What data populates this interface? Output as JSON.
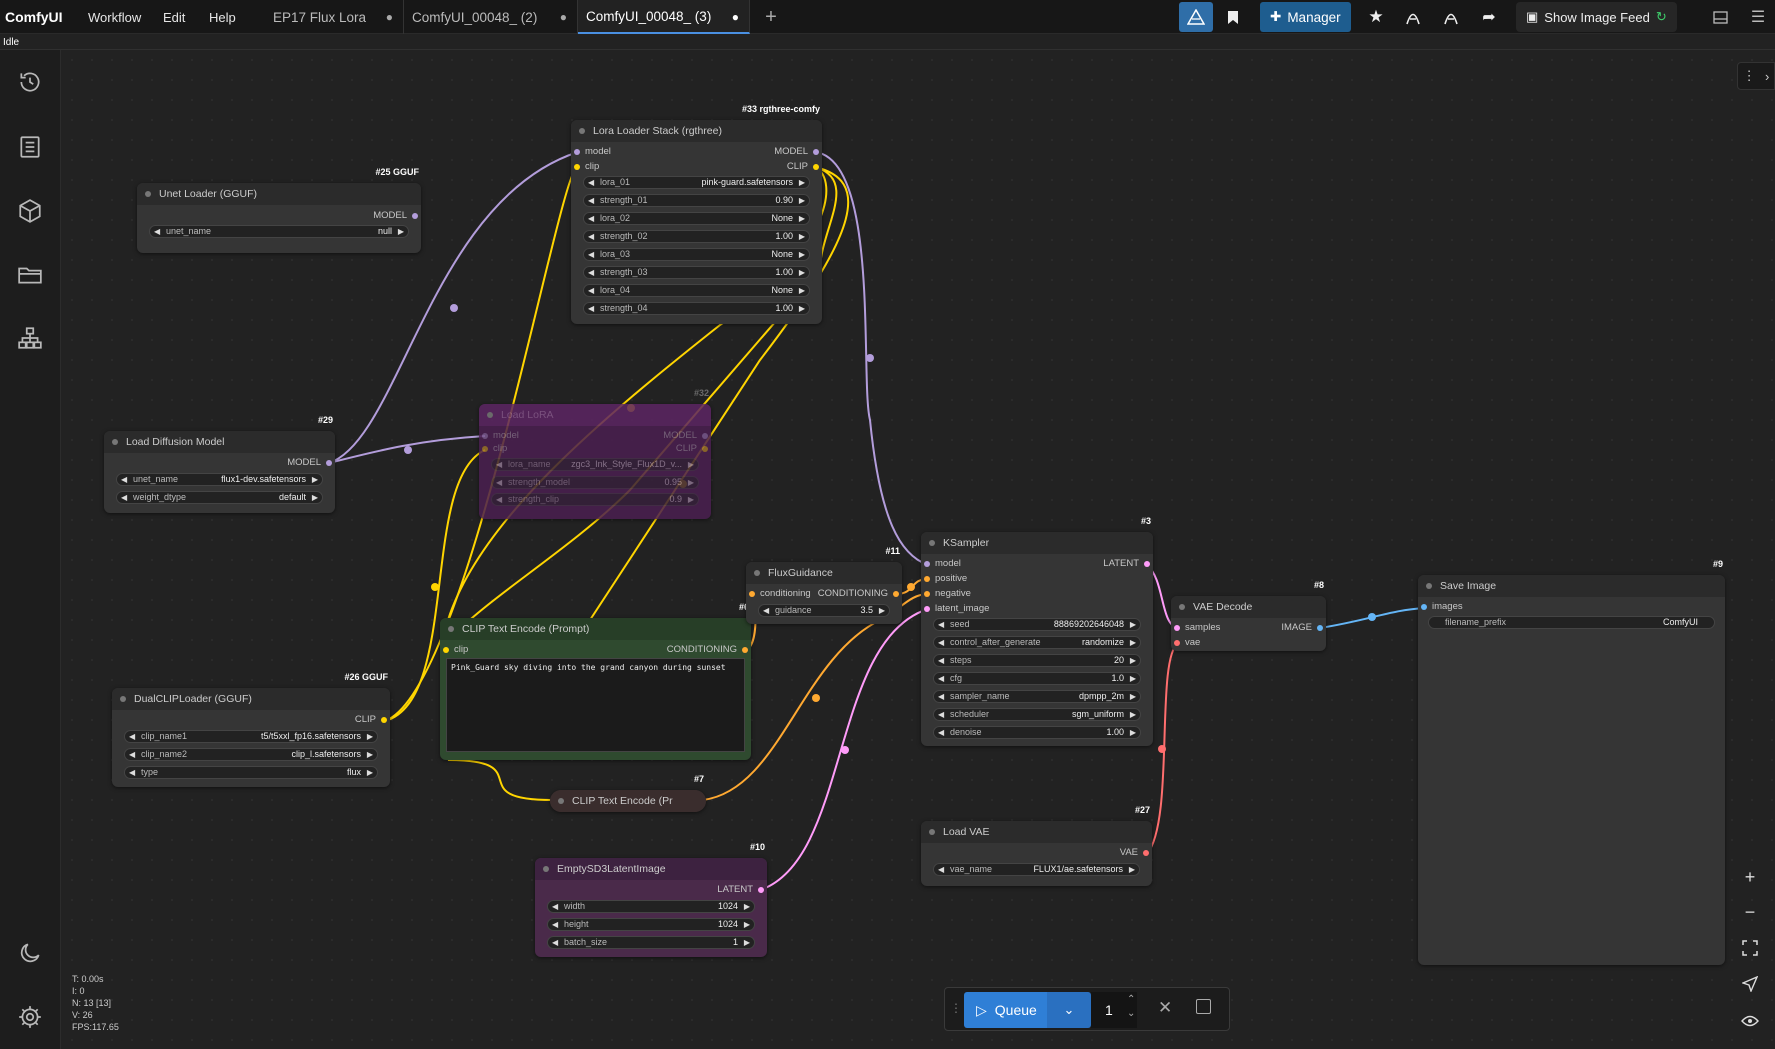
{
  "app": {
    "title": "ComfyUI",
    "status": "Idle"
  },
  "menu": [
    "Workflow",
    "Edit",
    "Help"
  ],
  "tabs": [
    {
      "label": "EP17 Flux Lora",
      "modified": "●"
    },
    {
      "label": "ComfyUI_00048_ (2)",
      "modified": "●"
    },
    {
      "label": "ComfyUI_00048_ (3)",
      "modified": "●",
      "active": true
    }
  ],
  "toolbar": {
    "manager_label": "Manager",
    "feed_label": "Show Image Feed",
    "new_tab": "+"
  },
  "nodes": {
    "unet25": {
      "badge": "#25 GGUF",
      "title": "Unet Loader (GGUF)",
      "out": "MODEL",
      "widgets": [
        {
          "label": "unet_name",
          "value": "null"
        }
      ]
    },
    "lora33": {
      "badge": "#33 rgthree-comfy",
      "title": "Lora Loader Stack (rgthree)",
      "in1": "model",
      "in2": "clip",
      "out1": "MODEL",
      "out2": "CLIP",
      "widgets": [
        {
          "label": "lora_01",
          "value": "pink-guard.safetensors"
        },
        {
          "label": "strength_01",
          "value": "0.90"
        },
        {
          "label": "lora_02",
          "value": "None"
        },
        {
          "label": "strength_02",
          "value": "1.00"
        },
        {
          "label": "lora_03",
          "value": "None"
        },
        {
          "label": "strength_03",
          "value": "1.00"
        },
        {
          "label": "lora_04",
          "value": "None"
        },
        {
          "label": "strength_04",
          "value": "1.00"
        }
      ]
    },
    "lora32": {
      "badge": "#32",
      "title": "Load LoRA",
      "in1": "model",
      "in2": "clip",
      "out1": "MODEL",
      "out2": "CLIP",
      "widgets": [
        {
          "label": "lora_name",
          "value": "zgc3_Ink_Style_Flux1D_v..."
        },
        {
          "label": "strength_model",
          "value": "0.95"
        },
        {
          "label": "strength_clip",
          "value": "0.9"
        }
      ]
    },
    "diff29": {
      "badge": "#29",
      "title": "Load Diffusion Model",
      "out": "MODEL",
      "widgets": [
        {
          "label": "unet_name",
          "value": "flux1-dev.safetensors"
        },
        {
          "label": "weight_dtype",
          "value": "default"
        }
      ]
    },
    "dual26": {
      "badge": "#26 GGUF",
      "title": "DualCLIPLoader (GGUF)",
      "out": "CLIP",
      "widgets": [
        {
          "label": "clip_name1",
          "value": "t5/t5xxl_fp16.safetensors"
        },
        {
          "label": "clip_name2",
          "value": "clip_l.safetensors"
        },
        {
          "label": "type",
          "value": "flux"
        }
      ]
    },
    "clip6": {
      "badge": "#6",
      "title": "CLIP Text Encode (Prompt)",
      "in": "clip",
      "out": "CONDITIONING",
      "prompt": "Pink_Guard sky diving into the grand canyon during sunset"
    },
    "clip7": {
      "badge": "#7",
      "title": "CLIP Text Encode (Pr"
    },
    "flux11": {
      "badge": "#11",
      "title": "FluxGuidance",
      "in": "conditioning",
      "out": "CONDITIONING",
      "widgets": [
        {
          "label": "guidance",
          "value": "3.5"
        }
      ]
    },
    "ks3": {
      "badge": "#3",
      "title": "KSampler",
      "ins": [
        "model",
        "positive",
        "negative",
        "latent_image"
      ],
      "out": "LATENT",
      "widgets": [
        {
          "label": "seed",
          "value": "888692026460​48"
        },
        {
          "label": "control_after_generate",
          "value": "randomize"
        },
        {
          "label": "steps",
          "value": "20"
        },
        {
          "label": "cfg",
          "value": "1.0"
        },
        {
          "label": "sampler_name",
          "value": "dpmpp_2m"
        },
        {
          "label": "scheduler",
          "value": "sgm_uniform"
        },
        {
          "label": "denoise",
          "value": "1.00"
        }
      ]
    },
    "vae8": {
      "badge": "#8",
      "title": "VAE Decode",
      "in1": "samples",
      "in2": "vae",
      "out": "IMAGE"
    },
    "save9": {
      "badge": "#9",
      "title": "Save Image",
      "in": "images",
      "widgets": [
        {
          "label": "filename_prefix",
          "value": "ComfyUI"
        }
      ]
    },
    "vae27": {
      "badge": "#27",
      "title": "Load VAE",
      "out": "VAE",
      "widgets": [
        {
          "label": "vae_name",
          "value": "FLUX1/ae.safetensors"
        }
      ]
    },
    "empty10": {
      "badge": "#10",
      "title": "EmptySD3LatentImage",
      "out": "LATENT",
      "widgets": [
        {
          "label": "width",
          "value": "1024"
        },
        {
          "label": "height",
          "value": "1024"
        },
        {
          "label": "batch_size",
          "value": "1"
        }
      ]
    }
  },
  "stats": {
    "t": "T: 0.00s",
    "i": "I: 0",
    "n": "N: 13 [13]",
    "v": "V: 26",
    "fps": "FPS:117.65"
  },
  "queue": {
    "label": "Queue",
    "count": "1"
  },
  "colors": {
    "model": "#b39ddb",
    "clip": "#ffd500",
    "conditioning": "#ffa931",
    "latent": "#ff9cf9",
    "vae": "#ff6e6e",
    "image": "#64b5f6",
    "accent": "#2f7fd6"
  }
}
